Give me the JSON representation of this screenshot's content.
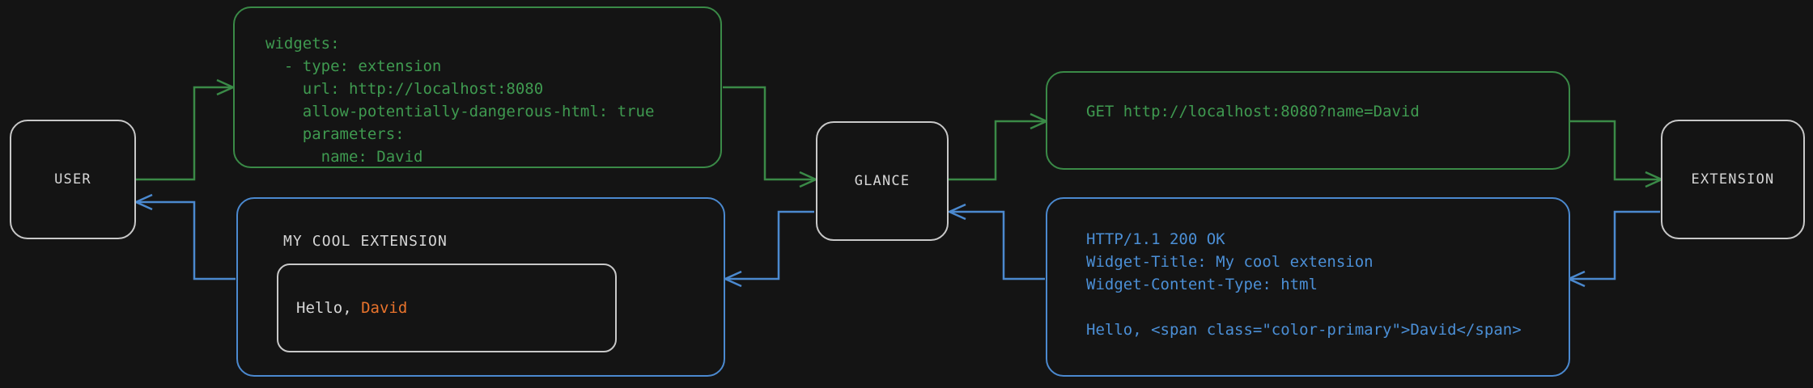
{
  "diagram": {
    "background_color": "#141414",
    "colors": {
      "request_green": "#3f9a50",
      "response_blue": "#4b8fd6",
      "node_outline": "#c8c8c8",
      "node_text": "#d6d6d6",
      "accent_orange": "#e8732c"
    },
    "nodes": [
      {
        "id": "user",
        "label": "USER"
      },
      {
        "id": "glance",
        "label": "GLANCE"
      },
      {
        "id": "extension",
        "label": "EXTENSION"
      }
    ],
    "panels": {
      "config_yaml": {
        "kind": "code",
        "color": "green",
        "lines": [
          "widgets:",
          "  - type: extension",
          "    url: http://localhost:8080",
          "    allow-potentially-dangerous-html: true",
          "    parameters:",
          "      name: David"
        ],
        "text": "widgets:\n  - type: extension\n    url: http://localhost:8080\n    allow-potentially-dangerous-html: true\n    parameters:\n      name: David"
      },
      "http_request": {
        "kind": "code",
        "color": "green",
        "lines": [
          "GET http://localhost:8080?name=David"
        ],
        "text": "GET http://localhost:8080?name=David"
      },
      "http_response": {
        "kind": "code",
        "color": "blue",
        "lines": [
          "HTTP/1.1 200 OK",
          "Widget-Title: My cool extension",
          "Widget-Content-Type: html",
          "",
          "Hello, <span class=\"color-primary\">David</span>"
        ],
        "text": "HTTP/1.1 200 OK\nWidget-Title: My cool extension\nWidget-Content-Type: html\n\nHello, <span class=\"color-primary\">David</span>"
      },
      "rendered_widget": {
        "kind": "widget",
        "color": "blue",
        "title": "MY COOL EXTENSION",
        "greeting_prefix": "Hello, ",
        "greeting_name": "David"
      }
    },
    "flow": {
      "request_label": "request path (green)",
      "response_label": "response path (blue)"
    }
  }
}
